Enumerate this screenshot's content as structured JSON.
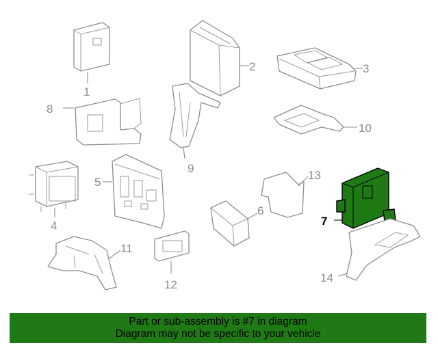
{
  "callouts": {
    "c1": "1",
    "c2": "2",
    "c3": "3",
    "c4": "4",
    "c5": "5",
    "c6": "6",
    "c7": "7",
    "c8": "8",
    "c9": "9",
    "c10": "10",
    "c11": "11",
    "c12": "12",
    "c13": "13",
    "c14": "14"
  },
  "highlighted_part": "7",
  "highlight_color": "#1f7a16",
  "banner": {
    "line1": "Part or sub-assembly is #7 in diagram",
    "line2": "Diagram may not be specific to your vehicle"
  }
}
